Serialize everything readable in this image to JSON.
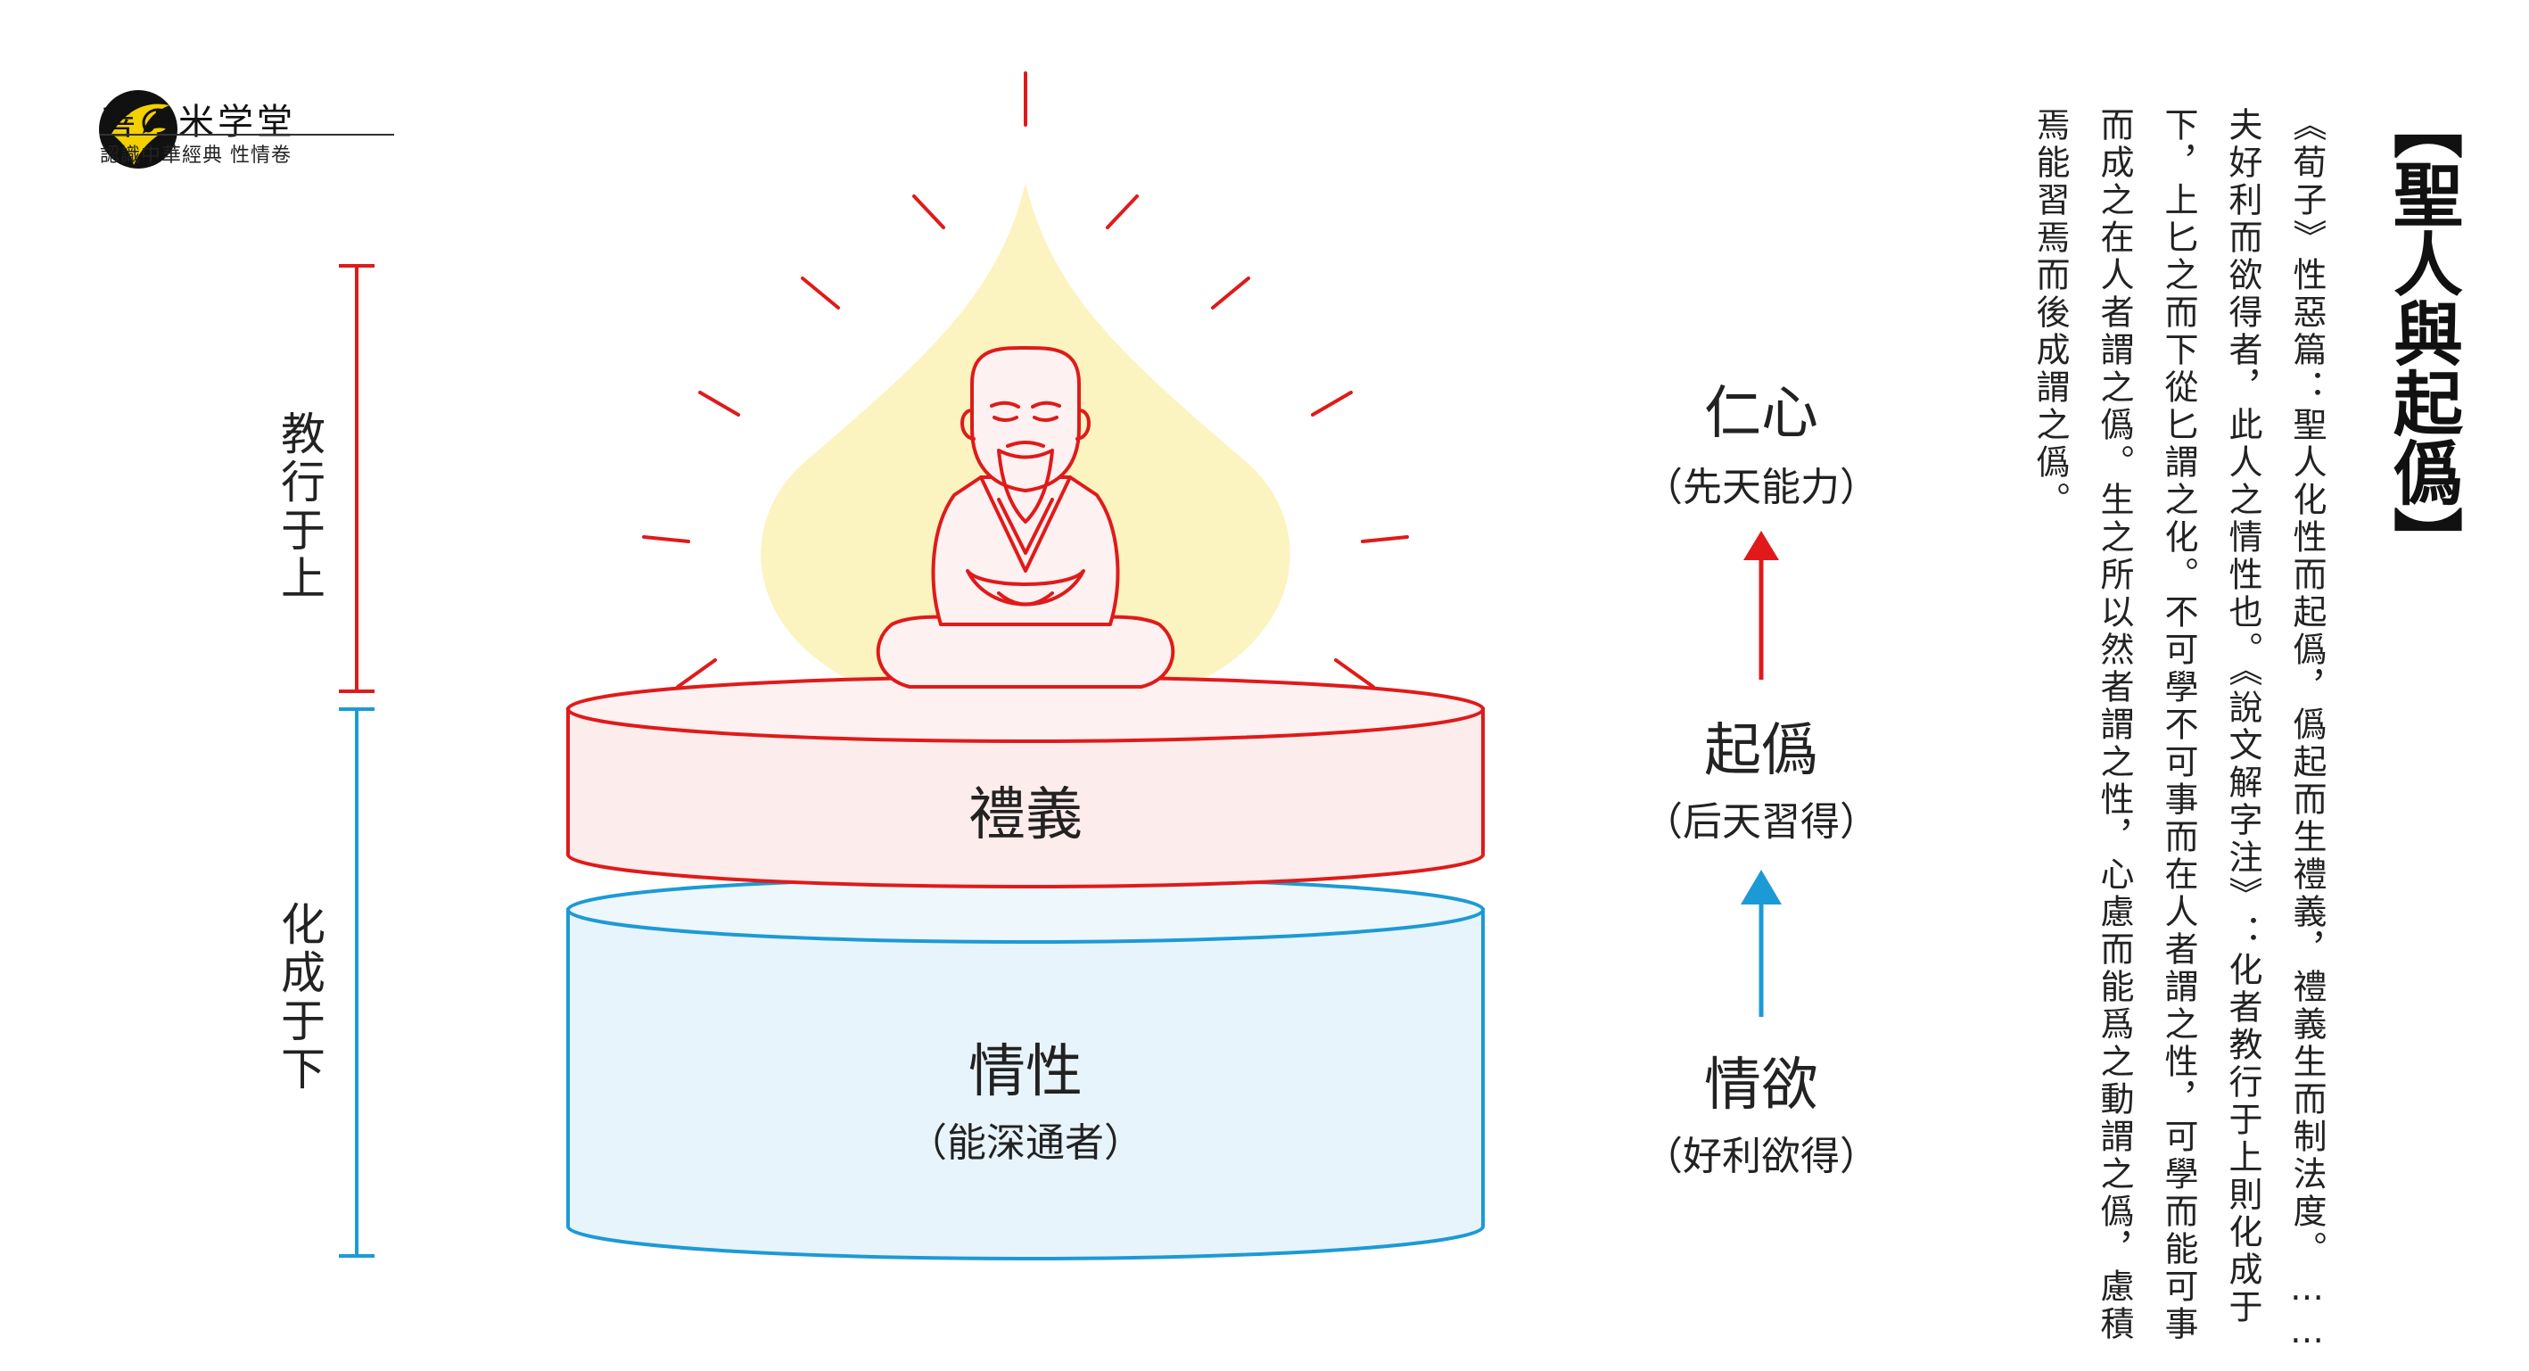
{
  "logo": {
    "title": "善の米学堂",
    "subtitle": "認識中華經典 性情卷",
    "colors": {
      "circle": "#111111",
      "bird": "#f3d000"
    }
  },
  "left_axis": {
    "upper_label": "教行于上",
    "lower_label": "化成于下",
    "colors": {
      "upper": "#e01a1a",
      "lower": "#1c9ad6"
    }
  },
  "center": {
    "upper_drum_label": "禮義",
    "lower_drum_label": "情性",
    "lower_drum_sub": "（能深通者）",
    "colors": {
      "upper_fill": "#fdecec",
      "upper_stroke": "#e01a1a",
      "lower_fill": "#e8f4fb",
      "lower_stroke": "#1c9ad6",
      "glow": "#fbf3bd",
      "rays": "#e01a1a",
      "figure": "#e01a1a"
    }
  },
  "right_flow": {
    "top": {
      "label": "仁心",
      "sub": "（先天能力）"
    },
    "middle": {
      "label": "起僞",
      "sub": "（后天習得）"
    },
    "bottom": {
      "label": "情欲",
      "sub": "（好利欲得）"
    },
    "colors": {
      "upper_arrow": "#e01a1a",
      "lower_arrow": "#1c9ad6"
    }
  },
  "text_panel": {
    "title": "【聖人與起僞】",
    "columns": [
      "《荀子》性惡篇：聖人化性而起僞，僞起而生禮義，禮義生而制法度。……",
      "夫好利而欲得者，此人之情性也。《說文解字注》：化者教行于上則化成于",
      "下，上匕之而下從匕謂之化。不可學不可事而在人者謂之性，可學而能可事",
      "而成之在人者謂之僞。生之所以然者謂之性，心慮而能爲之動謂之僞，慮積",
      "焉能習焉而後成謂之僞。"
    ]
  }
}
